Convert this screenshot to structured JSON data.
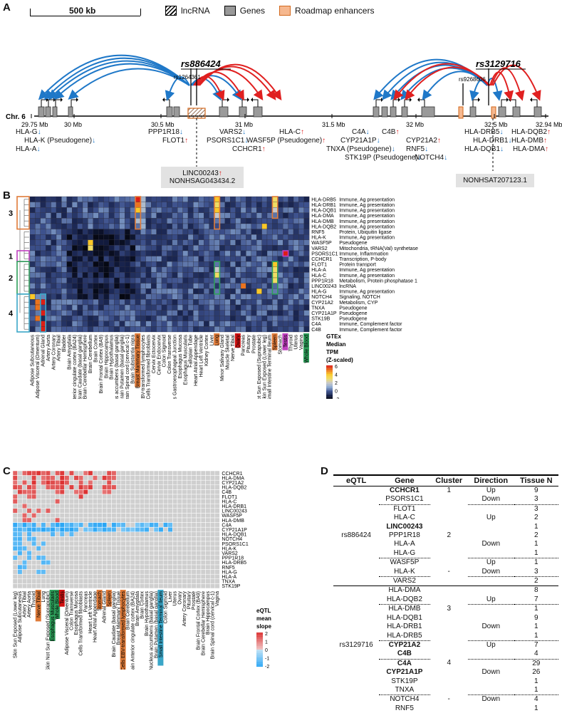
{
  "panels": {
    "a": "A",
    "b": "B",
    "c": "C",
    "d": "D"
  },
  "panelA": {
    "scale_label": "500 kb",
    "legend": [
      {
        "label": "lncRNA",
        "style": "hatch"
      },
      {
        "label": "Genes",
        "style": "grey"
      },
      {
        "label": "Roadmap enhancers",
        "style": "orange"
      }
    ],
    "chr_label": "Chr. 6",
    "ticks": [
      "29.75 Mb",
      "30 Mb",
      "30.5 Mb",
      "31 Mb",
      "31.5 Mb",
      "32 Mb",
      "32.5 Mb",
      "32.94 Mb"
    ],
    "snp1": "rs886424",
    "snp1_near": "rs1264361",
    "snp2": "rs3129716",
    "snp2_near": "rs9268606",
    "genes": [
      {
        "name": "HLA-G",
        "dir": "down",
        "arrow": "↓"
      },
      {
        "name": "HLA-K (Pseudogene)",
        "dir": "down",
        "arrow": "↓"
      },
      {
        "name": "HLA-A",
        "dir": "down",
        "arrow": "↓"
      },
      {
        "name": "PPP1R18",
        "dir": "down",
        "arrow": "↓"
      },
      {
        "name": "FLOT1",
        "dir": "up",
        "arrow": "↑"
      },
      {
        "name": "VARS2",
        "dir": "down",
        "arrow": "↓"
      },
      {
        "name": "PSORS1C1",
        "dir": "down",
        "arrow": "↓"
      },
      {
        "name": "HLA-C",
        "dir": "up",
        "arrow": "↑"
      },
      {
        "name": "WASF5P (Pseudogene)",
        "dir": "up",
        "arrow": "↑"
      },
      {
        "name": "CCHCR1",
        "dir": "up",
        "arrow": "↑"
      },
      {
        "name": "C4A",
        "dir": "down",
        "arrow": "↓"
      },
      {
        "name": "C4B",
        "dir": "up",
        "arrow": "↑"
      },
      {
        "name": "CYP21A1P",
        "dir": "down",
        "arrow": "↓"
      },
      {
        "name": "CYP21A2",
        "dir": "up",
        "arrow": "↑"
      },
      {
        "name": "TNXA (Pseudogene)",
        "dir": "down",
        "arrow": "↓"
      },
      {
        "name": "RNF5",
        "dir": "down",
        "arrow": "↓"
      },
      {
        "name": "STK19P (Pseudogene)",
        "dir": "down",
        "arrow": "↓"
      },
      {
        "name": "NOTCH4",
        "dir": "down",
        "arrow": "↓"
      },
      {
        "name": "HLA-DRB5",
        "dir": "down",
        "arrow": "↓"
      },
      {
        "name": "HLA-DRB1",
        "dir": "down",
        "arrow": "↓"
      },
      {
        "name": "HLA-DQB1",
        "dir": "down",
        "arrow": "↓"
      },
      {
        "name": "HLA-DQB2",
        "dir": "up",
        "arrow": "↑"
      },
      {
        "name": "HLA-DMB",
        "dir": "up",
        "arrow": "↑"
      },
      {
        "name": "HLA-DMA",
        "dir": "up",
        "arrow": "↑"
      }
    ],
    "box1": {
      "line1": "LINC00243",
      "arrow1": "↑",
      "line2": "NONHSAG043434.2"
    },
    "box2": {
      "line1": "NONHSAT207123.1"
    }
  },
  "panelB": {
    "clusters": [
      "3",
      "1",
      "2",
      "4"
    ],
    "rows": [
      {
        "gene": "HLA-DRB5",
        "func": "Immune, Ag presentation"
      },
      {
        "gene": "HLA-DRB1",
        "func": "Immune, Ag presentation"
      },
      {
        "gene": "HLA-DQB1",
        "func": "Immune, Ag presentation"
      },
      {
        "gene": "HLA-DMA",
        "func": "Immune, Ag presentation"
      },
      {
        "gene": "HLA-DMB",
        "func": "Immune, Ag presentation"
      },
      {
        "gene": "HLA-DQB2",
        "func": "Immune, Ag presentation"
      },
      {
        "gene": "RNF5",
        "func": "Protein, Ubiquitin ligase"
      },
      {
        "gene": "HLA-K",
        "func": "Immune, Ag presentation"
      },
      {
        "gene": "WASF5P",
        "func": "Pseudogene"
      },
      {
        "gene": "VARS2",
        "func": "Mitochondria, tRNA(Val) synthetase"
      },
      {
        "gene": "PSORS1C1",
        "func": "Immune, Inflammation"
      },
      {
        "gene": "CCHCR1",
        "func": "Transcription, P-body"
      },
      {
        "gene": "FLOT1",
        "func": "Protein transport"
      },
      {
        "gene": "HLA-A",
        "func": "Immune, Ag presentation"
      },
      {
        "gene": "HLA-C",
        "func": "Immune, Ag presentation"
      },
      {
        "gene": "PPP1R18",
        "func": "Metabolism, Protein phosphatase 1"
      },
      {
        "gene": "LINC00243",
        "func": "lncRNA"
      },
      {
        "gene": "HLA-G",
        "func": "Immune, Ag presentation"
      },
      {
        "gene": "NOTCH4",
        "func": "Signaling, NOTCH"
      },
      {
        "gene": "CYP21A2",
        "func": "Metabolism, CYP"
      },
      {
        "gene": "TNXA",
        "func": "Pseudogene"
      },
      {
        "gene": "CYP21A1P",
        "func": "Pseudogene"
      },
      {
        "gene": "STK19B",
        "func": "Pseudogene"
      },
      {
        "gene": "C4A",
        "func": "Immune, Complement factor"
      },
      {
        "gene": "C4B",
        "func": "Immune, Complement factor"
      }
    ],
    "tissues": [
      "Adipose Subcutaneous",
      "Adipose Visceral (Omentum)",
      "Adrenal Gland",
      "Artery Aorta",
      "Artery Coronary",
      "Artery Tibial",
      "Bladder",
      "Brain Amygdala",
      "Brain Anterior cingulate cortex (BA24)",
      "Brain Caudate (basal ganglia)",
      "Brain Cerebellar Hemisphere",
      "Brain Cerebellum",
      "Brain Cortex",
      "Brain Frontal Cortex (BA9)",
      "Brain Hippocampus",
      "Brain Hypothalamus",
      "Brain Nucleus accumbens (basal ganglia)",
      "Brain Putamen (basal ganglia)",
      "Brain Spinal cord (cervical c-1)",
      "Brain Substantia nigra",
      "Breast Mammary Tissue",
      "Cells EBV-transformed lymphocytes",
      "Cells Transformed fibroblasts",
      "Cervix Ectocervix",
      "Cervix Endocervix",
      "Colon Sigmoid",
      "Colon Transverse",
      "Esophagus Gastroesophageal Junction",
      "Esophagus Mucosa",
      "Esophagus Muscularis",
      "Fallopian Tube",
      "Heart Atrial Appendage",
      "Heart Left Ventricle",
      "Kidney Cortex",
      "Liver",
      "Lung",
      "Minor Salivary Gland",
      "Muscle Skeletal",
      "Nerve Tibial",
      "Ovary",
      "Pancreas",
      "Pituitary",
      "Prostate",
      "Skin Not Sun Exposed (Suprapubic)",
      "Skin Sun Exposed (Lower leg)",
      "Small Intestine Terminal Ileum",
      "Spleen",
      "Stomach",
      "Testis",
      "Thyroid",
      "Uterus",
      "Vagina",
      "Whole Blood"
    ],
    "legend": {
      "title1": "GTEx",
      "title2": "Median",
      "title3": "TPM",
      "title4": "(Z-scaled)",
      "ticks": [
        "6",
        "4",
        "2",
        "0",
        "-2"
      ]
    }
  },
  "panelC": {
    "rows": [
      "CCHCR1",
      "HLA-DMA",
      "CYP21A2",
      "HLA-DQB2",
      "C4B",
      "FLOT1",
      "HLA-C",
      "HLA-DRB1",
      "LINC00243",
      "WASF5P",
      "HLA-DMB",
      "C4A",
      "CYP21A1P",
      "HLA-DQB1",
      "NOTCH4",
      "PSORS1C1",
      "HLA-K",
      "VARS2",
      "PPP1R18",
      "HLA-DRB5",
      "RNF5",
      "HLA-G",
      "HLA-A",
      "TNXA",
      "STK19P"
    ],
    "tissues": [
      "Skin Sun Exposed (Lower leg)",
      "Adipose Subcutaneous",
      "Artery Tibial",
      "Artery Aorta",
      "Thyroid",
      "Nerve Tibial",
      "Lung",
      "Skin Not Sun Exposed (Suprapubic)",
      "Esophagus Muscularis",
      "Whole Blood",
      "Testis",
      "Adipose Visceral (Omentum)",
      "Colon Transverse",
      "Esophagus Mucosa",
      "Cells Transformed fibroblasts",
      "Pancreas",
      "Heart Left Ventricle",
      "Heart Atrial Appendage",
      "Stomach",
      "Adrenal Gland",
      "Spleen",
      "Brain Caudate (basal ganglia)",
      "Breast Mammary Tissue",
      "Cells EBV-transformed lymphocytes",
      "Brain Cerebellum",
      "Brain Anterior cingulate cortex (BA24)",
      "Brain Amygdala",
      "Brain Cortex",
      "Brain Hypothalamus",
      "Brain Nucleus accumbens (basal ganglia)",
      "Brain Putamen (basal ganglia)",
      "Small Intestine Terminal Ileum",
      "Colon Sigmoid",
      "Liver",
      "Uterus",
      "Ovary",
      "Artery Coronary",
      "Pituitary",
      "Prostate",
      "Brain Frontal Cortex (BA9)",
      "Brain Cerebellar Hemisphere",
      "Brain Hippocampus",
      "Brain Spinal cord (cervical c-1)",
      "Vagina"
    ],
    "legend": {
      "title1": "eQTL",
      "title2": "mean",
      "title3": "slope",
      "ticks": [
        "2",
        "1",
        "0",
        "-1",
        "-2"
      ]
    }
  },
  "panelD": {
    "headers": [
      "eQTL",
      "Gene",
      "Cluster",
      "Direction",
      "Tissue N"
    ],
    "rows": [
      {
        "eqtl": "",
        "gene": "CCHCR1",
        "bold": true,
        "cluster": "1",
        "dir": "Up",
        "n": "9"
      },
      {
        "eqtl": "",
        "gene": "PSORS1C1",
        "bold": false,
        "cluster": "",
        "dir": "Down",
        "n": "3"
      },
      {
        "eqtl": "",
        "gene": "FLOT1",
        "bold": false,
        "cluster": "",
        "dir": "",
        "n": "3"
      },
      {
        "eqtl": "",
        "gene": "HLA-C",
        "bold": false,
        "cluster": "",
        "dir": "Up",
        "n": "2"
      },
      {
        "eqtl": "",
        "gene": "LINC00243",
        "bold": true,
        "cluster": "",
        "dir": "",
        "n": "1"
      },
      {
        "eqtl": "rs886424",
        "gene": "PPP1R18",
        "bold": false,
        "cluster": "2",
        "dir": "",
        "n": "2"
      },
      {
        "eqtl": "",
        "gene": "HLA-A",
        "bold": false,
        "cluster": "",
        "dir": "Down",
        "n": "1"
      },
      {
        "eqtl": "",
        "gene": "HLA-G",
        "bold": false,
        "cluster": "",
        "dir": "",
        "n": "1"
      },
      {
        "eqtl": "",
        "gene": "WASF5P",
        "bold": false,
        "cluster": "",
        "dir": "Up",
        "n": "1"
      },
      {
        "eqtl": "",
        "gene": "HLA-K",
        "bold": false,
        "cluster": "-",
        "dir": "Down",
        "n": "3"
      },
      {
        "eqtl": "",
        "gene": "VARS2",
        "bold": false,
        "cluster": "",
        "dir": "",
        "n": "2"
      },
      {
        "eqtl": "",
        "gene": "HLA-DMA",
        "bold": false,
        "cluster": "",
        "dir": "",
        "n": "8"
      },
      {
        "eqtl": "",
        "gene": "HLA-DQB2",
        "bold": false,
        "cluster": "",
        "dir": "Up",
        "n": "7"
      },
      {
        "eqtl": "",
        "gene": "HLA-DMB",
        "bold": false,
        "cluster": "3",
        "dir": "",
        "n": "1"
      },
      {
        "eqtl": "",
        "gene": "HLA-DQB1",
        "bold": false,
        "cluster": "",
        "dir": "",
        "n": "9"
      },
      {
        "eqtl": "",
        "gene": "HLA-DRB1",
        "bold": false,
        "cluster": "",
        "dir": "Down",
        "n": "1"
      },
      {
        "eqtl": "",
        "gene": "HLA-DRB5",
        "bold": false,
        "cluster": "",
        "dir": "",
        "n": "1"
      },
      {
        "eqtl": "rs3129716",
        "gene": "CYP21A2",
        "bold": true,
        "cluster": "",
        "dir": "Up",
        "n": "7"
      },
      {
        "eqtl": "",
        "gene": "C4B",
        "bold": true,
        "cluster": "",
        "dir": "",
        "n": "4"
      },
      {
        "eqtl": "",
        "gene": "C4A",
        "bold": true,
        "cluster": "4",
        "dir": "",
        "n": "29"
      },
      {
        "eqtl": "",
        "gene": "CYP21A1P",
        "bold": true,
        "cluster": "",
        "dir": "Down",
        "n": "26"
      },
      {
        "eqtl": "",
        "gene": "STK19P",
        "bold": false,
        "cluster": "",
        "dir": "",
        "n": "1"
      },
      {
        "eqtl": "",
        "gene": "TNXA",
        "bold": false,
        "cluster": "",
        "dir": "",
        "n": "1"
      },
      {
        "eqtl": "",
        "gene": "NOTCH4",
        "bold": false,
        "cluster": "-",
        "dir": "Down",
        "n": "4"
      },
      {
        "eqtl": "",
        "gene": "RNF5",
        "bold": false,
        "cluster": "",
        "dir": "",
        "n": "1"
      }
    ]
  },
  "colors": {
    "up": "#e02020",
    "down": "#1f78c8",
    "enhancer": "#f0a070",
    "cluster3": "#e07b39",
    "cluster1": "#c040c0",
    "cluster2": "#2e9e5a",
    "cluster4": "#3aa6c8"
  }
}
